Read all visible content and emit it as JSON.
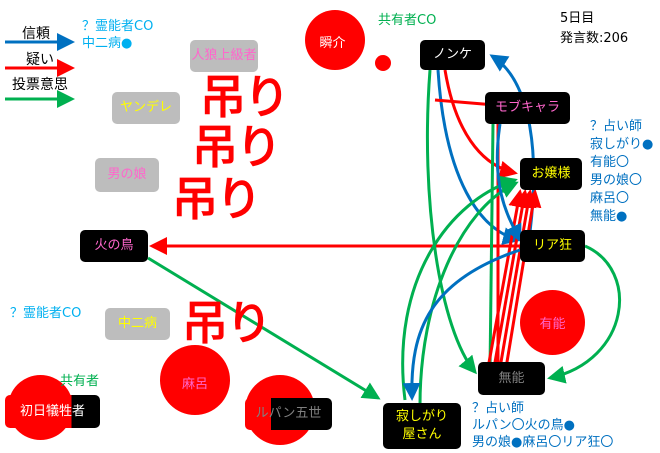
{
  "legend": {
    "trust": "信頼",
    "doubt": "疑い",
    "vote": "投票意思"
  },
  "status": {
    "day": "5日目",
    "posts": "発言数:206"
  },
  "colors": {
    "trust": "#0070c0",
    "doubt": "#ff0000",
    "vote": "#00b050",
    "blood": "#ff0000"
  },
  "hanged_label": "吊り",
  "nodes": {
    "jinro": "人狼上級者",
    "yandere": "ヤンデレ",
    "otokonoko": "男の娘",
    "shunsuke": "瞬介",
    "nonke": "ノンケ",
    "mob": "モブキャラ",
    "ojousama": "お嬢様",
    "riakyo": "リア狂",
    "hinotori": "火の鳥",
    "chuni": "中二病",
    "yuno": "有能",
    "muno": "無能",
    "sabishi": [
      "寂しがり",
      "屋さん"
    ],
    "shonichi": "初日犠牲者",
    "maro": "麻呂",
    "lupin": "ルパン五世"
  },
  "notes": {
    "chuni_co": [
      "？霊能者CO",
      "中二病●"
    ],
    "shunsuke_co": "共有者CO",
    "chuni_co2": "？霊能者CO",
    "shonichi_co": "共有者",
    "riakyo_co": [
      "？占い師",
      "寂しがり●",
      "有能〇",
      "男の娘〇",
      "麻呂〇",
      "無能●"
    ],
    "muno_co": [
      "？占い師",
      "ルパン〇火の鳥●",
      "男の娘●麻呂〇リア狂〇"
    ]
  }
}
